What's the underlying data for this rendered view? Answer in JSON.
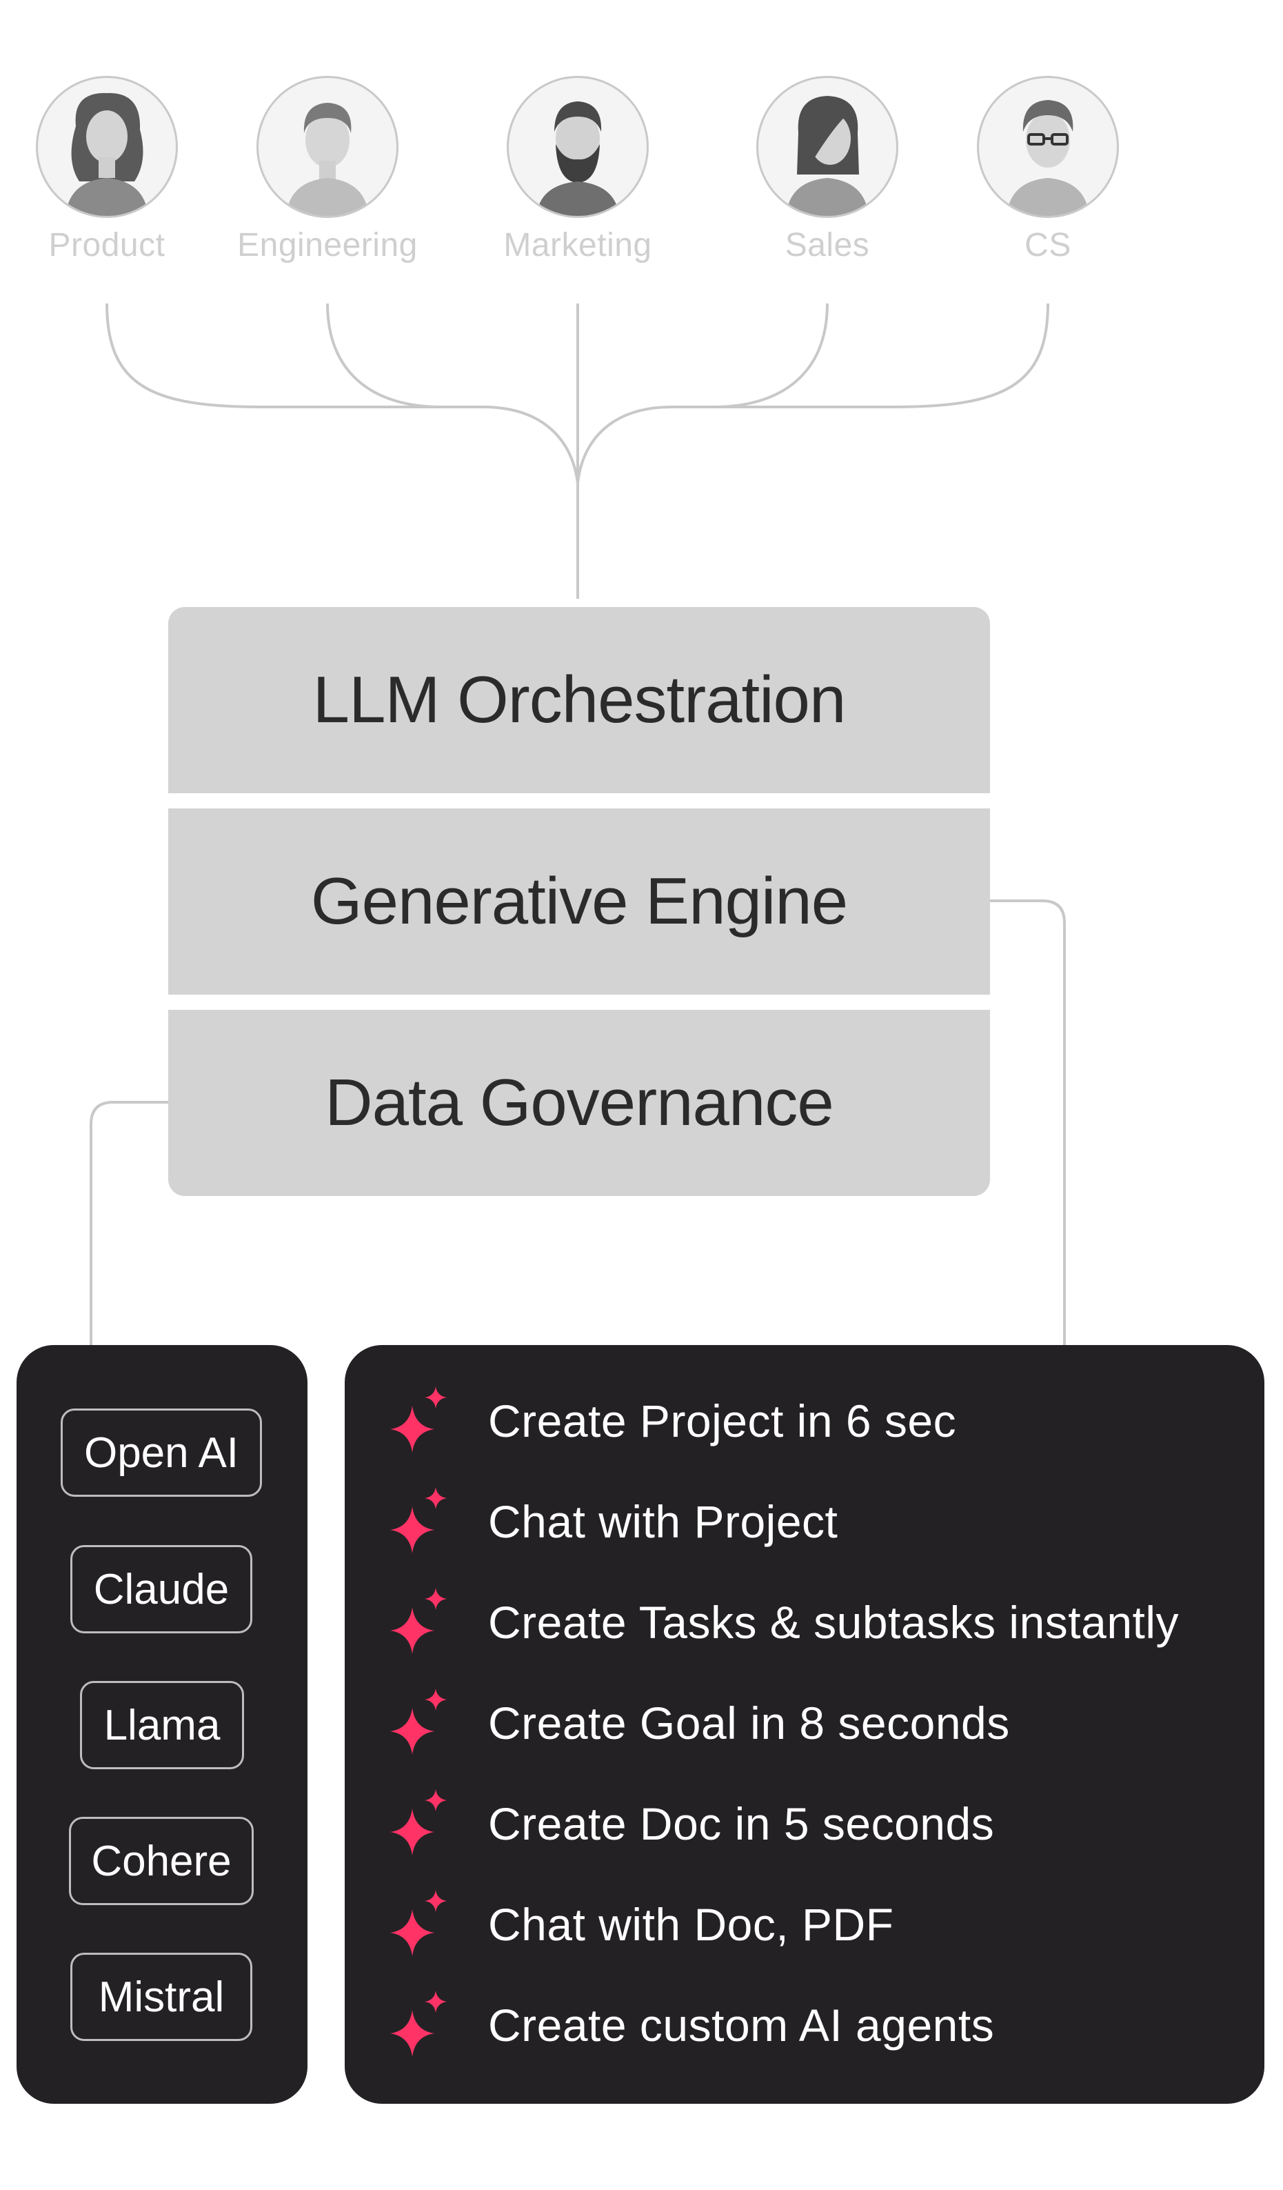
{
  "personas": [
    {
      "label": "Product",
      "icon": "woman-curly-hair-avatar-icon"
    },
    {
      "label": "Engineering",
      "icon": "man-short-hair-avatar-icon"
    },
    {
      "label": "Marketing",
      "icon": "man-beard-avatar-icon"
    },
    {
      "label": "Sales",
      "icon": "woman-bob-hair-avatar-icon"
    },
    {
      "label": "CS",
      "icon": "man-glasses-avatar-icon"
    }
  ],
  "stack": {
    "orchestration": "LLM Orchestration",
    "engine": "Generative Engine",
    "governance": "Data Governance"
  },
  "models": [
    "Open AI",
    "Claude",
    "Llama",
    "Cohere",
    "Mistral"
  ],
  "features": [
    "Create Project in 6 sec",
    "Chat with Project",
    "Create Tasks & subtasks instantly",
    "Create Goal in 8 seconds",
    "Create Doc in 5 seconds",
    "Chat with Doc, PDF",
    "Create custom AI agents"
  ],
  "colors": {
    "accent": "#ff3366",
    "panel": "#232124",
    "stack": "#d3d3d3",
    "line": "#c8c8c8"
  }
}
